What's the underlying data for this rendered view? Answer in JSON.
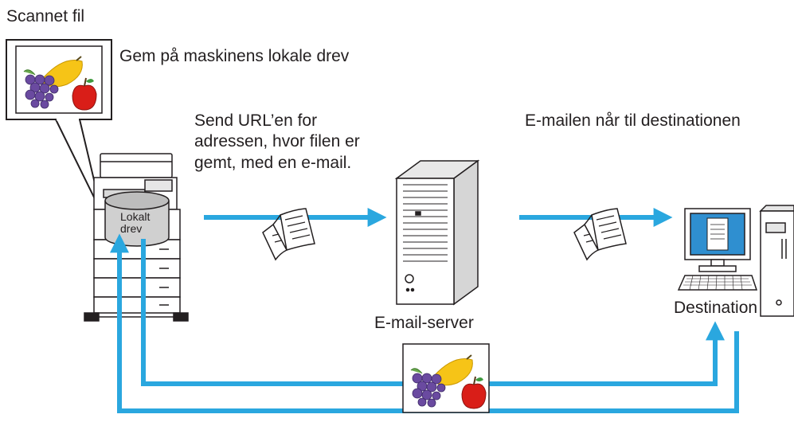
{
  "labels": {
    "scanned_file": "Scannet fil",
    "save_local": "Gem på maskinens lokale drev",
    "send_url": "Send URL’en for\nadressen, hvor filen er\ngemt, med en e-mail.",
    "email_arrives": "E-mailen når til destinationen",
    "local_drive": "Lokalt\ndrev",
    "email_server": "E-mail-server",
    "destination": "Destination"
  },
  "colors": {
    "flow_arrow": "#2aa7df",
    "outline": "#231f20",
    "screen": "#2f8fd0"
  }
}
